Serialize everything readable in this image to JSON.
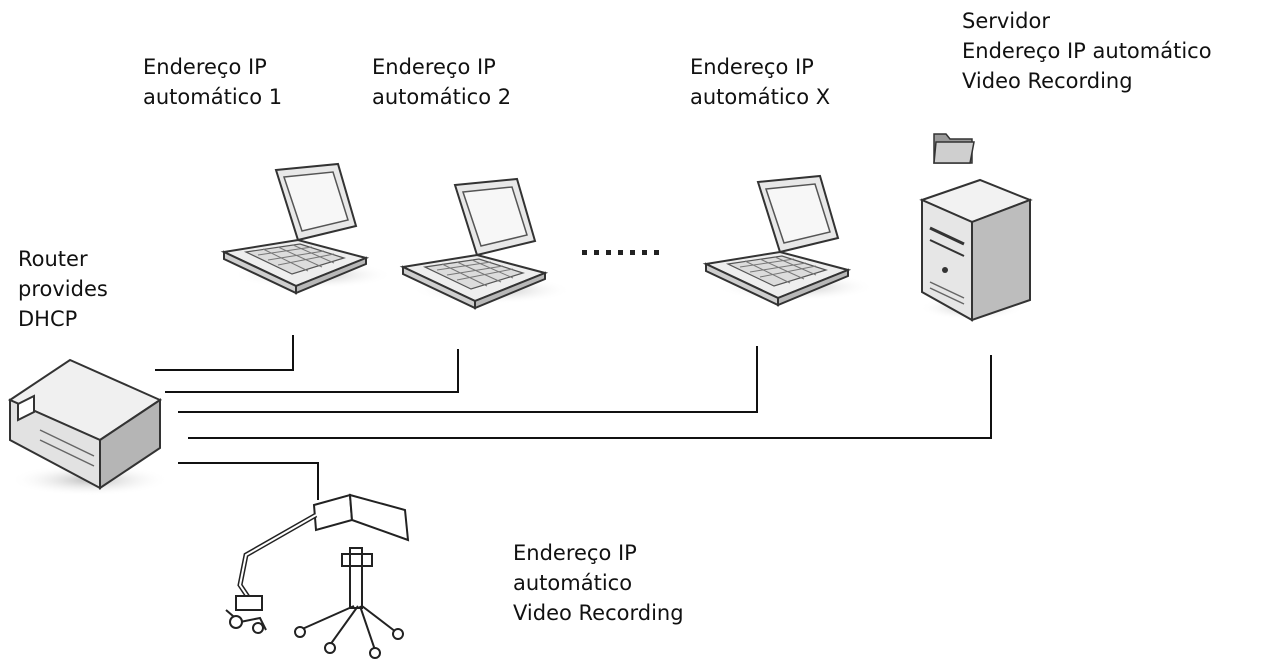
{
  "router": {
    "lines": [
      "Router",
      "provides",
      "DHCP"
    ]
  },
  "laptops": [
    {
      "lines": [
        "Endereço IP",
        "automático 1"
      ]
    },
    {
      "lines": [
        "Endereço IP",
        "automático 2"
      ]
    },
    {
      "lines": [
        "Endereço IP",
        "automático X"
      ]
    }
  ],
  "server": {
    "lines": [
      "Servidor",
      "Endereço IP automático",
      "Video Recording"
    ]
  },
  "microscope": {
    "lines": [
      "Endereço IP",
      "automático",
      "Video Recording"
    ]
  }
}
